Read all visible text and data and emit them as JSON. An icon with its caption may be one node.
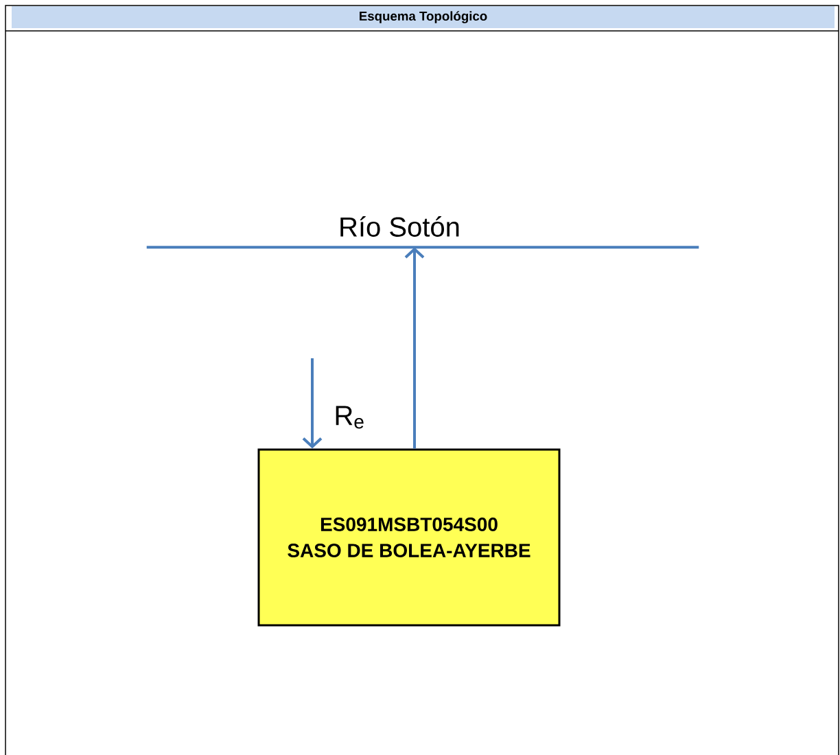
{
  "diagram": {
    "title": "Esquema Topológico",
    "nodes": [
      {
        "text": [
          "Río Sotón"
        ]
      },
      {
        "text": [
          "ES091MSBT054S00",
          "SASO DE BOLEA-AYERBE"
        ]
      }
    ],
    "edges": [
      {
        "from": 1,
        "to": 0,
        "arrow": "to"
      },
      {
        "from": null,
        "to": 1,
        "arrow": "to",
        "label": "R$_{e}$"
      }
    ]
  }
}
